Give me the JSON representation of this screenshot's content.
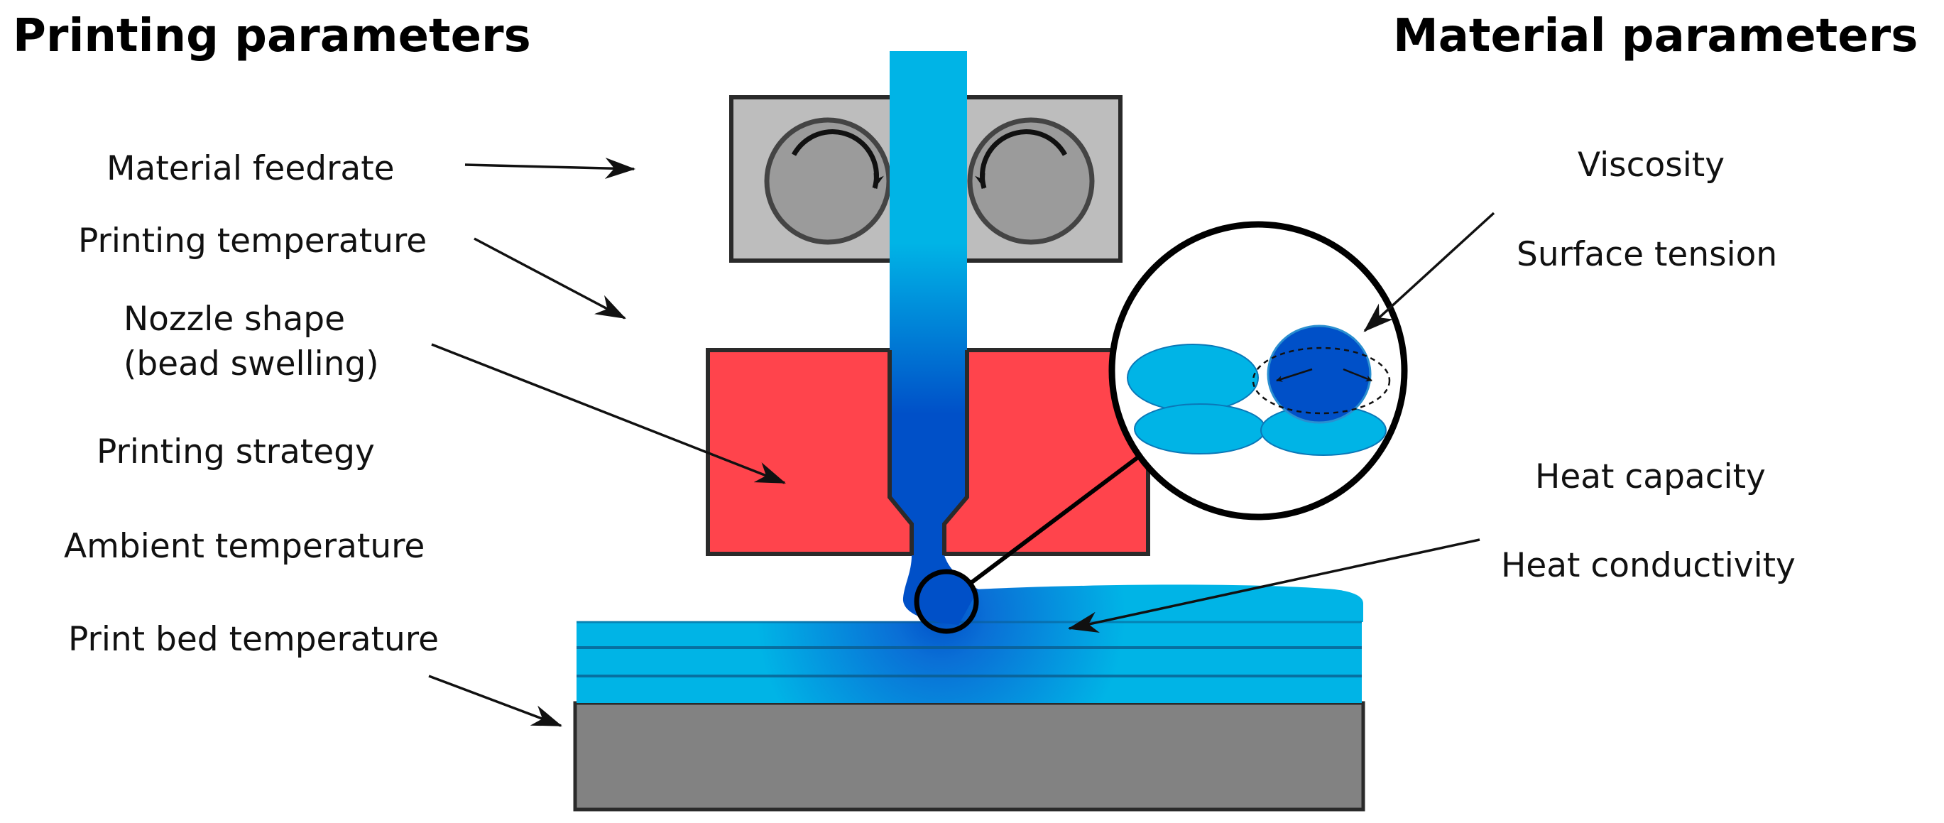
{
  "headings": {
    "left": "Printing parameters",
    "right": "Material parameters"
  },
  "printing_parameters": [
    "Material feedrate",
    "Printing temperature",
    "Nozzle shape",
    "(bead swelling)",
    "Printing strategy",
    "Ambient temperature",
    "Print bed temperature"
  ],
  "material_parameters": [
    "Viscosity",
    "Surface tension",
    "Heat capacity",
    "Heat conductivity"
  ],
  "colors": {
    "filament_light": "#00b4e6",
    "filament_dark": "#0050c8",
    "heater": "#ff444c",
    "roller_box": "#bdbdbd",
    "roller": "#9b9b9b",
    "print_bed": "#828282",
    "outline": "#2a2a2a"
  },
  "icons": {
    "roller_left": "clockwise-arrow-icon",
    "roller_right": "counterclockwise-arrow-icon"
  }
}
